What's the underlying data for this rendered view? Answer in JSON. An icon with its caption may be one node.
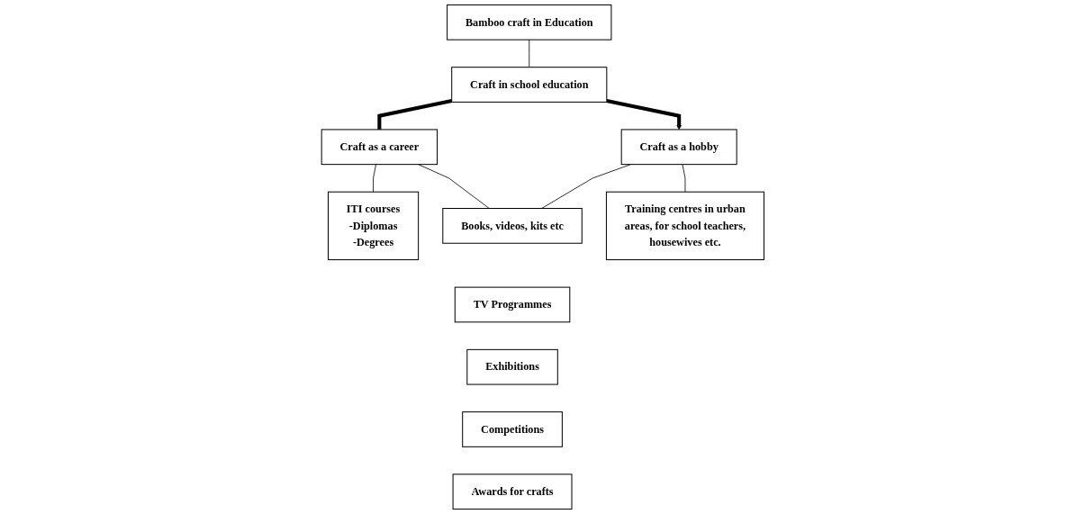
{
  "diagram": {
    "nodes": [
      {
        "text": [
          "Bamboo craft in Education"
        ]
      },
      {
        "text": [
          "Craft in school education"
        ]
      },
      {
        "text": [
          "Craft as a career"
        ]
      },
      {
        "text": [
          "Craft as a hobby"
        ]
      },
      {
        "text": [
          "ITI courses",
          "-Diplomas",
          "-Degrees"
        ]
      },
      {
        "text": [
          "Books, videos, kits etc"
        ]
      },
      {
        "text": [
          "TV Programmes"
        ]
      },
      {
        "text": [
          "Exhibitions"
        ]
      },
      {
        "text": [
          "Competitions"
        ]
      },
      {
        "text": [
          "Awards for crafts"
        ]
      },
      {
        "text": [
          "Training centres in urban areas, for school teachers, housewives etc."
        ]
      }
    ],
    "edges": [
      {
        "from": 0,
        "to": 1,
        "arrow": "none"
      },
      {
        "from": 1,
        "to": 2,
        "arrow": "none",
        "style": "thick"
      },
      {
        "from": 1,
        "to": 3,
        "arrow": "to",
        "style": "thick"
      },
      {
        "from": 2,
        "to": 4,
        "arrow": "none"
      },
      {
        "from": 2,
        "to": 5,
        "arrow": "none"
      },
      {
        "from": 3,
        "to": 5,
        "arrow": "none"
      },
      {
        "from": 3,
        "to": 10,
        "arrow": "none"
      }
    ]
  }
}
